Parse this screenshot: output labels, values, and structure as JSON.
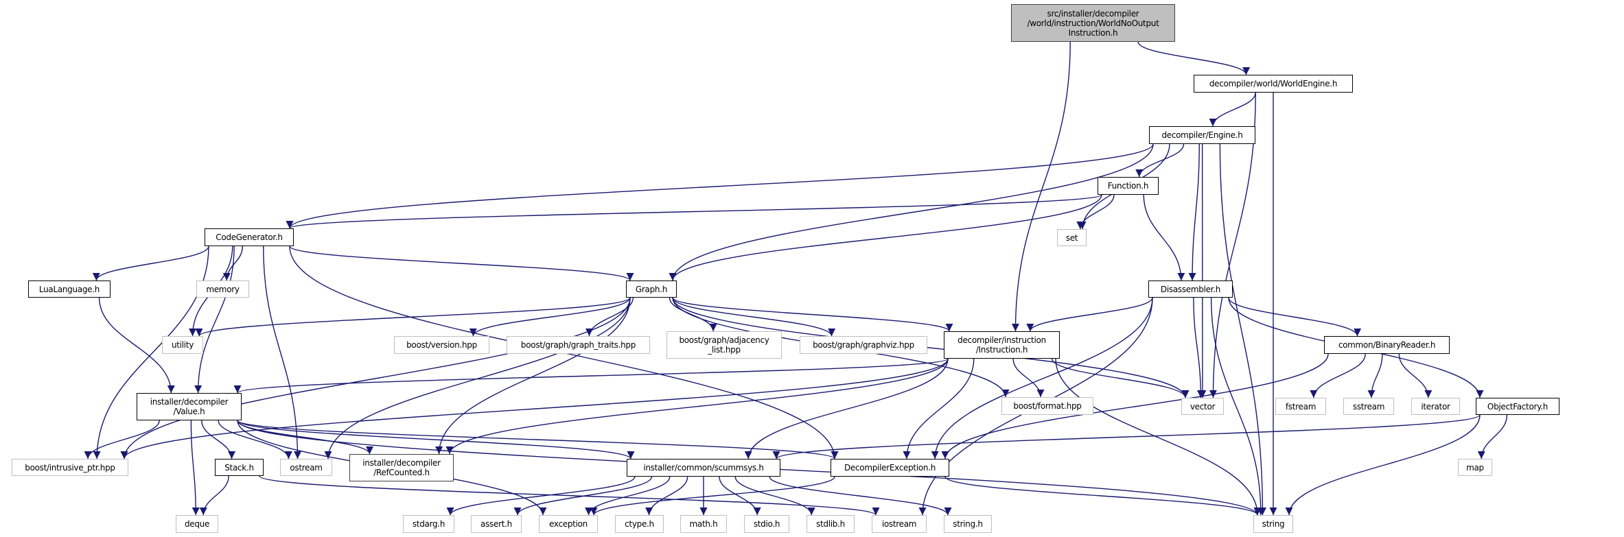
{
  "graph": {
    "colors": {
      "edge": "#191970",
      "root_fill": "#bfbfbf",
      "node_border": "#000000",
      "system_border": "#bfbfbf"
    },
    "nodes": {
      "root": {
        "label": "src/installer/decompiler\n/world/instruction/WorldNoOutput\nInstruction.h"
      },
      "worldengine": {
        "label": "decompiler/world/WorldEngine.h"
      },
      "engine": {
        "label": "decompiler/Engine.h"
      },
      "function": {
        "label": "Function.h"
      },
      "set": {
        "label": "set"
      },
      "codegen": {
        "label": "CodeGenerator.h"
      },
      "lualang": {
        "label": "LuaLanguage.h"
      },
      "memory": {
        "label": "memory"
      },
      "graph": {
        "label": "Graph.h"
      },
      "disasm": {
        "label": "Disassembler.h"
      },
      "utility": {
        "label": "utility"
      },
      "version": {
        "label": "boost/version.hpp"
      },
      "traits": {
        "label": "boost/graph/graph_traits.hpp"
      },
      "adjacency": {
        "label": "boost/graph/adjacency\n_list.hpp"
      },
      "graphviz": {
        "label": "boost/graph/graphviz.hpp"
      },
      "instruction": {
        "label": "decompiler/instruction\n/Instruction.h"
      },
      "binreader": {
        "label": "common/BinaryReader.h"
      },
      "value": {
        "label": "installer/decompiler\n/Value.h"
      },
      "format": {
        "label": "boost/format.hpp"
      },
      "vector": {
        "label": "vector"
      },
      "fstream": {
        "label": "fstream"
      },
      "sstream": {
        "label": "sstream"
      },
      "iterator": {
        "label": "iterator"
      },
      "objfactory": {
        "label": "ObjectFactory.h"
      },
      "intrusive": {
        "label": "boost/intrusive_ptr.hpp"
      },
      "stack": {
        "label": "Stack.h"
      },
      "ostream": {
        "label": "ostream"
      },
      "refcounted": {
        "label": "installer/decompiler\n/RefCounted.h"
      },
      "scummsys": {
        "label": "installer/common/scummsys.h"
      },
      "decompexc": {
        "label": "DecompilerException.h"
      },
      "map": {
        "label": "map"
      },
      "deque": {
        "label": "deque"
      },
      "stdarg": {
        "label": "stdarg.h"
      },
      "assert": {
        "label": "assert.h"
      },
      "exception": {
        "label": "exception"
      },
      "ctype": {
        "label": "ctype.h"
      },
      "math": {
        "label": "math.h"
      },
      "stdio": {
        "label": "stdio.h"
      },
      "stdlib": {
        "label": "stdlib.h"
      },
      "iostream": {
        "label": "iostream"
      },
      "stringh": {
        "label": "string.h"
      },
      "string": {
        "label": "string"
      }
    },
    "edges": [
      [
        "root",
        "worldengine"
      ],
      [
        "root",
        "instruction"
      ],
      [
        "worldengine",
        "engine"
      ],
      [
        "worldengine",
        "vector"
      ],
      [
        "worldengine",
        "string"
      ],
      [
        "engine",
        "codegen"
      ],
      [
        "engine",
        "set"
      ],
      [
        "engine",
        "function"
      ],
      [
        "engine",
        "graph"
      ],
      [
        "engine",
        "disasm"
      ],
      [
        "engine",
        "vector"
      ],
      [
        "engine",
        "string"
      ],
      [
        "function",
        "codegen"
      ],
      [
        "function",
        "set"
      ],
      [
        "function",
        "graph"
      ],
      [
        "function",
        "disasm"
      ],
      [
        "codegen",
        "lualang"
      ],
      [
        "codegen",
        "memory"
      ],
      [
        "codegen",
        "utility"
      ],
      [
        "codegen",
        "graph"
      ],
      [
        "codegen",
        "value"
      ],
      [
        "codegen",
        "intrusive"
      ],
      [
        "codegen",
        "ostream"
      ],
      [
        "codegen",
        "decompexc"
      ],
      [
        "lualang",
        "value"
      ],
      [
        "graph",
        "utility"
      ],
      [
        "graph",
        "version"
      ],
      [
        "graph",
        "traits"
      ],
      [
        "graph",
        "adjacency"
      ],
      [
        "graph",
        "graphviz"
      ],
      [
        "graph",
        "instruction"
      ],
      [
        "graph",
        "intrusive"
      ],
      [
        "graph",
        "ostream"
      ],
      [
        "graph",
        "refcounted"
      ],
      [
        "graph",
        "format"
      ],
      [
        "graph",
        "vector"
      ],
      [
        "disasm",
        "instruction"
      ],
      [
        "disasm",
        "binreader"
      ],
      [
        "disasm",
        "objfactory"
      ],
      [
        "disasm",
        "vector"
      ],
      [
        "disasm",
        "decompexc"
      ],
      [
        "disasm",
        "iostream"
      ],
      [
        "disasm",
        "string"
      ],
      [
        "instruction",
        "value"
      ],
      [
        "instruction",
        "intrusive"
      ],
      [
        "instruction",
        "refcounted"
      ],
      [
        "instruction",
        "scummsys"
      ],
      [
        "instruction",
        "decompexc"
      ],
      [
        "instruction",
        "format"
      ],
      [
        "instruction",
        "vector"
      ],
      [
        "instruction",
        "string"
      ],
      [
        "binreader",
        "fstream"
      ],
      [
        "binreader",
        "sstream"
      ],
      [
        "binreader",
        "iterator"
      ],
      [
        "binreader",
        "decompexc"
      ],
      [
        "objfactory",
        "map"
      ],
      [
        "objfactory",
        "string"
      ],
      [
        "objfactory",
        "scummsys"
      ],
      [
        "value",
        "intrusive"
      ],
      [
        "value",
        "stack"
      ],
      [
        "value",
        "ostream"
      ],
      [
        "value",
        "refcounted"
      ],
      [
        "value",
        "deque"
      ],
      [
        "value",
        "exception"
      ],
      [
        "value",
        "scummsys"
      ],
      [
        "value",
        "decompexc"
      ],
      [
        "value",
        "string"
      ],
      [
        "stack",
        "deque"
      ],
      [
        "stack",
        "iostream"
      ],
      [
        "scummsys",
        "stdarg"
      ],
      [
        "scummsys",
        "assert"
      ],
      [
        "scummsys",
        "exception"
      ],
      [
        "scummsys",
        "ctype"
      ],
      [
        "scummsys",
        "math"
      ],
      [
        "scummsys",
        "stdio"
      ],
      [
        "scummsys",
        "stdlib"
      ],
      [
        "scummsys",
        "stringh"
      ],
      [
        "decompexc",
        "exception"
      ],
      [
        "decompexc",
        "string"
      ]
    ]
  }
}
